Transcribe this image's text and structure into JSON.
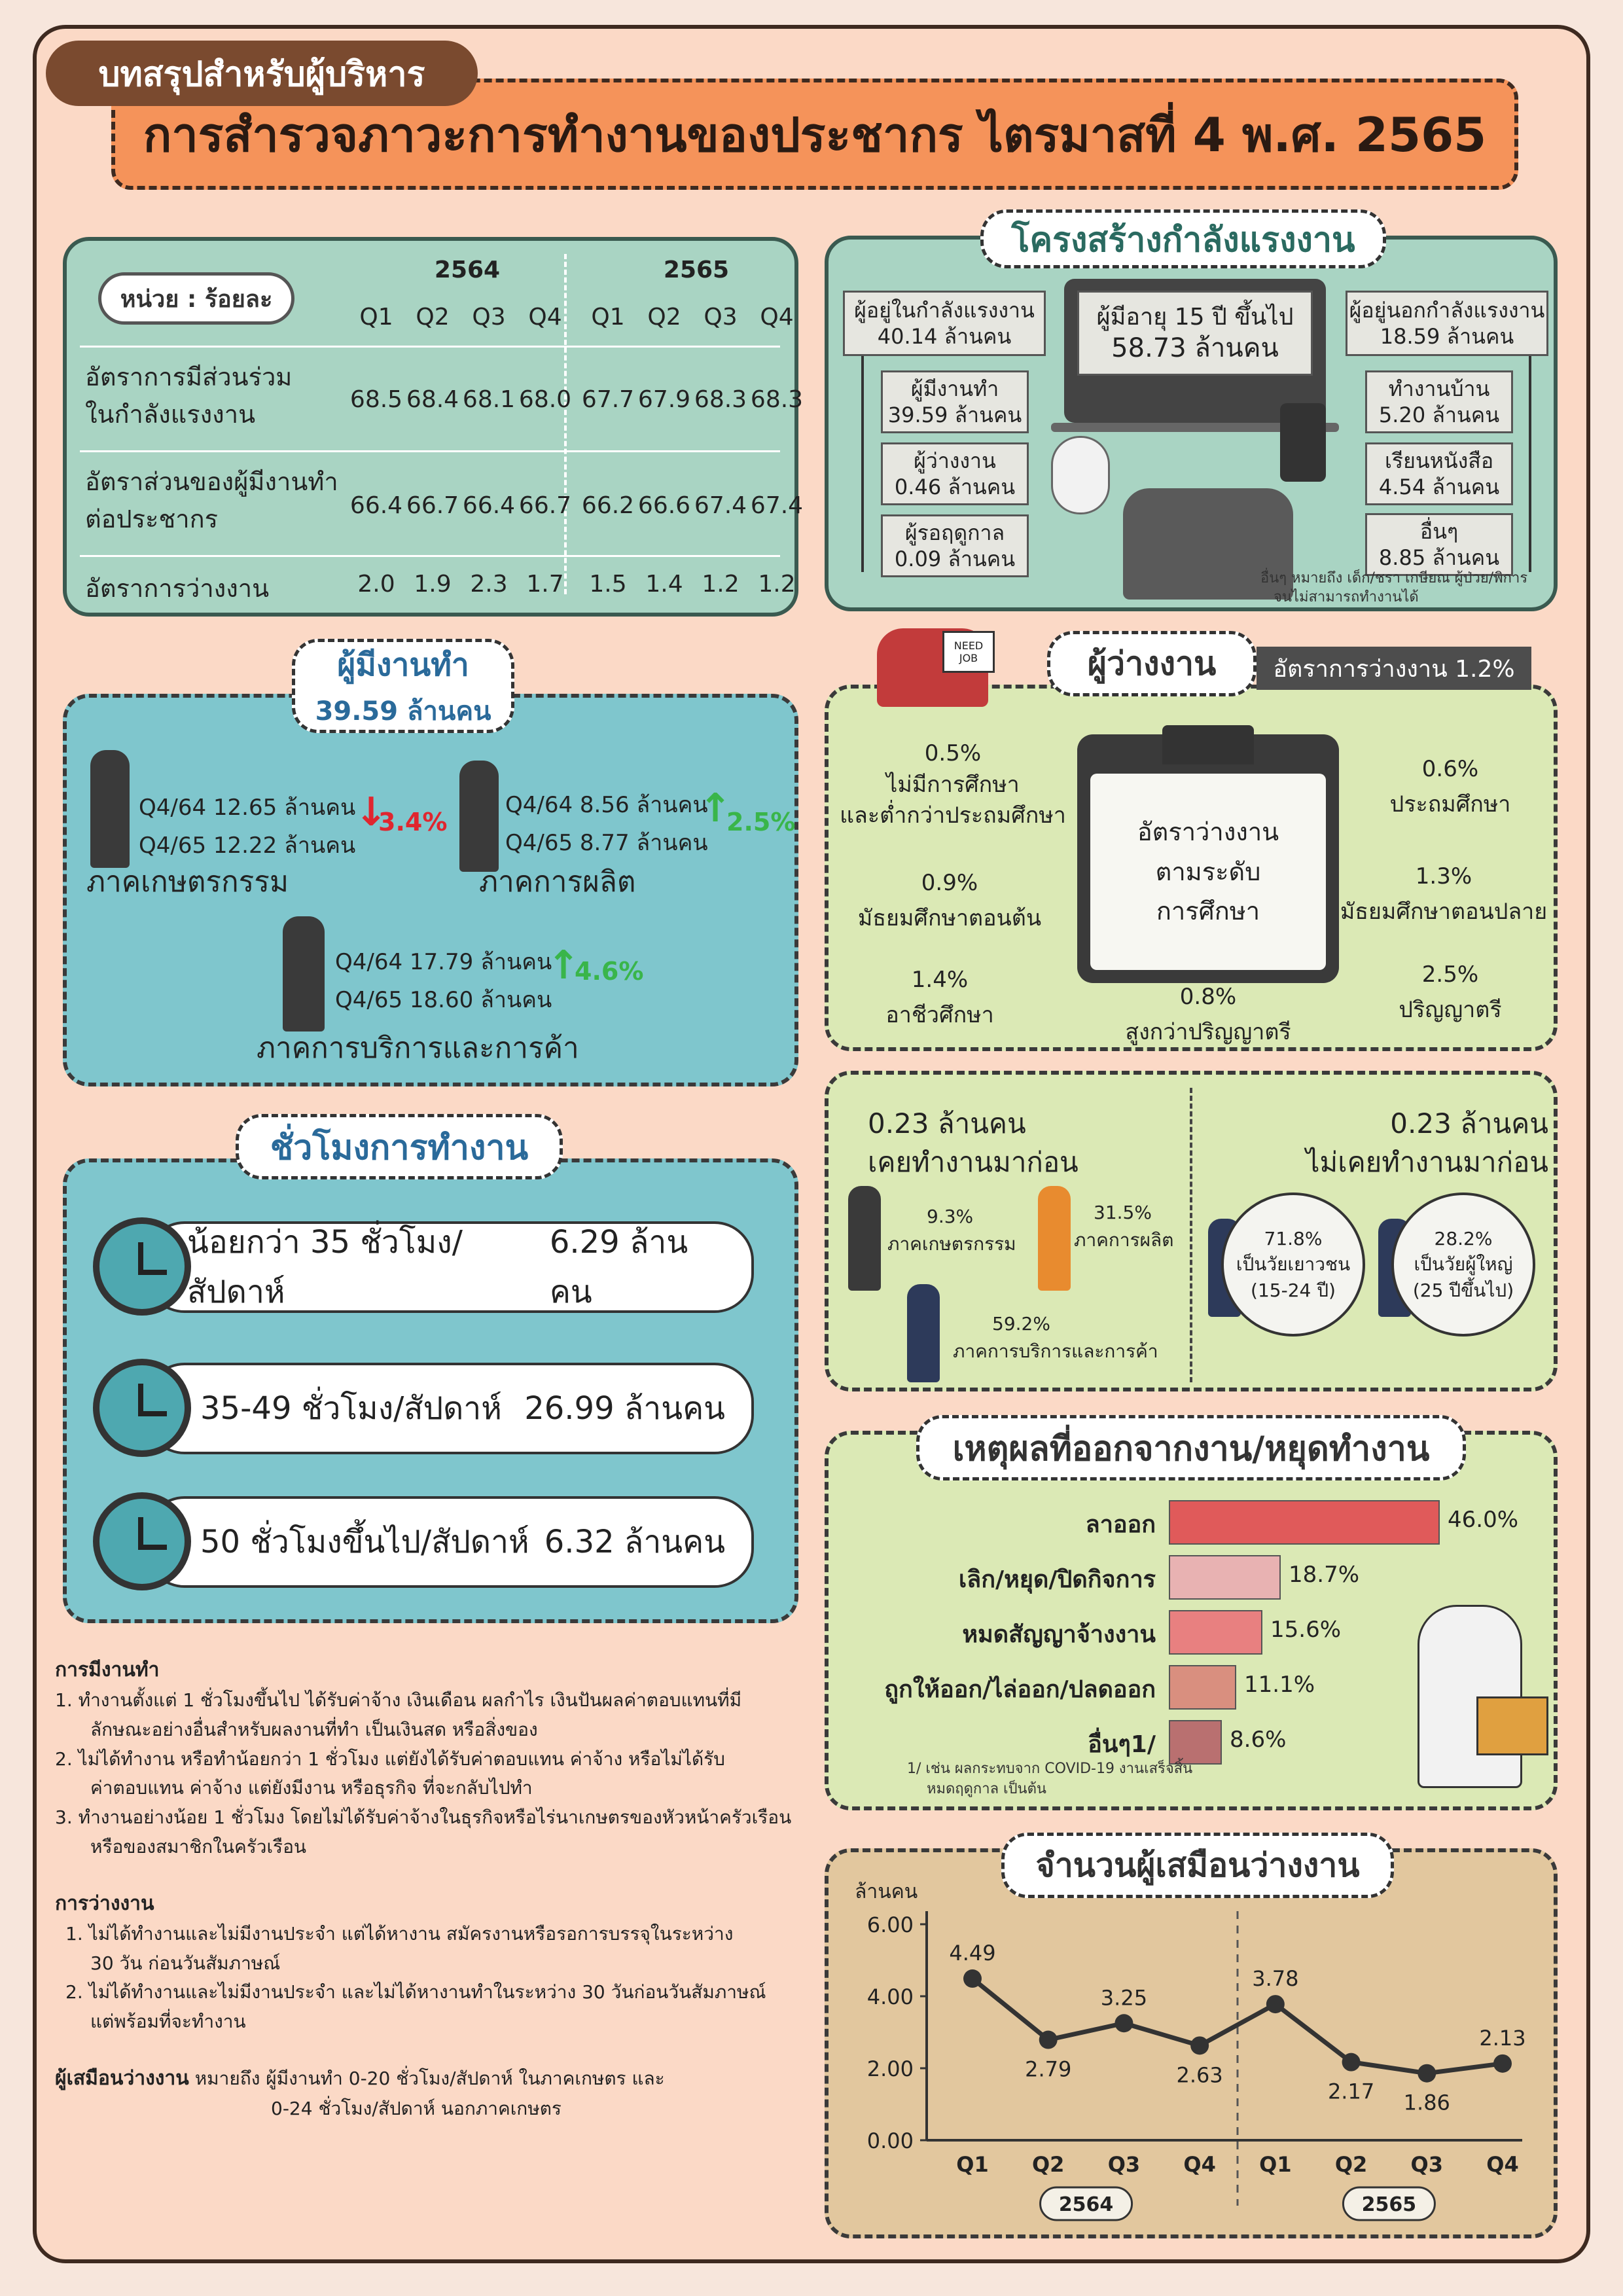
{
  "header": {
    "tag": "บทสรุปสำหรับผู้บริหาร",
    "title": "การสำรวจภาวะการทำงานของประชากร  ไตรมาสที่ 4 พ.ศ. 2565"
  },
  "rates_table": {
    "unit": "หน่วย : ร้อยละ",
    "year1": "2564",
    "year2": "2565",
    "quarters": [
      "Q1",
      "Q2",
      "Q3",
      "Q4",
      "Q1",
      "Q2",
      "Q3",
      "Q4"
    ],
    "rows": [
      {
        "label1": "อัตราการมีส่วนร่วม",
        "label2": "ในกำลังแรงงาน",
        "values": [
          "68.5",
          "68.4",
          "68.1",
          "68.0",
          "67.7",
          "67.9",
          "68.3",
          "68.3"
        ]
      },
      {
        "label1": "อัตราส่วนของผู้มีงานทำ",
        "label2": "ต่อประชากร",
        "values": [
          "66.4",
          "66.7",
          "66.4",
          "66.7",
          "66.2",
          "66.6",
          "67.4",
          "67.4"
        ]
      },
      {
        "label1": "อัตราการว่างงาน",
        "label2": "",
        "values": [
          "2.0",
          "1.9",
          "2.3",
          "1.7",
          "1.5",
          "1.4",
          "1.2",
          "1.2"
        ]
      }
    ]
  },
  "labor_structure": {
    "title": "โครงสร้างกำลังแรงงาน",
    "in_labor": "ผู้อยู่ในกำลังแรงงาน",
    "in_labor_value": "40.14 ล้านคน",
    "age15": "ผู้มีอายุ 15 ปี ขึ้นไป",
    "age15_value": "58.73 ล้านคน",
    "out_labor": "ผู้อยู่นอกกำลังแรงงาน",
    "out_labor_value": "18.59 ล้านคน",
    "employed": "ผู้มีงานทำ",
    "employed_value": "39.59 ล้านคน",
    "unemployed": "ผู้ว่างงาน",
    "unemployed_value": "0.46 ล้านคน",
    "seasonal": "ผู้รอฤดูกาล",
    "seasonal_value": "0.09 ล้านคน",
    "housework": "ทำงานบ้าน",
    "housework_value": "5.20 ล้านคน",
    "study": "เรียนหนังสือ",
    "study_value": "4.54 ล้านคน",
    "others": "อื่นๆ",
    "others_value": "8.85 ล้านคน",
    "note1": "อื่นๆ  หมายถึง  เด็ก/ชรา  เกษียณ  ผู้ป่วย/พิการ",
    "note2": "จนไม่สามารถทำงานได้"
  },
  "employed": {
    "title": "ผู้มีงานทำ",
    "total": "39.59 ล้านคน",
    "agri": {
      "name": "ภาคเกษตรกรรม",
      "q4_64": "Q4/64  12.65  ล้านคน",
      "q4_65": "Q4/65  12.22  ล้านคน",
      "change": "3.4%"
    },
    "manu": {
      "name": "ภาคการผลิต",
      "q4_64": "Q4/64  8.56  ล้านคน",
      "q4_65": "Q4/65  8.77  ล้านคน",
      "change": "2.5%"
    },
    "serv": {
      "name": "ภาคการบริการและการค้า",
      "q4_64": "Q4/64  17.79  ล้านคน",
      "q4_65": "Q4/65  18.60  ล้านคน",
      "change": "4.6%"
    },
    "colors": {
      "down": "#e0262f",
      "up": "#39b54a"
    }
  },
  "unemployed": {
    "title": "ผู้ว่างงาน",
    "rate": "อัตราการว่างงาน 1.2%",
    "need_job": "NEED JOB",
    "center1": "อัตราว่างงาน",
    "center2": "ตามระดับ",
    "center3": "การศึกษา",
    "levels": [
      {
        "pct": "0.5%",
        "l1": "ไม่มีการศึกษา",
        "l2": "และต่ำกว่าประถมศึกษา"
      },
      {
        "pct": "0.6%",
        "l1": "ประถมศึกษา",
        "l2": ""
      },
      {
        "pct": "0.9%",
        "l1": "มัธยมศึกษาตอนต้น",
        "l2": ""
      },
      {
        "pct": "1.3%",
        "l1": "มัธยมศึกษาตอนปลาย",
        "l2": ""
      },
      {
        "pct": "1.4%",
        "l1": "อาชีวศึกษา",
        "l2": ""
      },
      {
        "pct": "0.8%",
        "l1": "สูงกว่าปริญญาตรี",
        "l2": ""
      },
      {
        "pct": "2.5%",
        "l1": "ปริญญาตรี",
        "l2": ""
      }
    ]
  },
  "prior_work": {
    "worked_value": "0.23 ล้านคน",
    "worked_label": "เคยทำงานมาก่อน",
    "agri": "9.3%",
    "agri_label": "ภาคเกษตรกรรม",
    "manu": "31.5%",
    "manu_label": "ภาคการผลิต",
    "serv": "59.2%",
    "serv_label": "ภาคการบริการและการค้า",
    "never_value": "0.23 ล้านคน",
    "never_label": "ไม่เคยทำงานมาก่อน",
    "youth": "71.8%",
    "youth_l1": "เป็นวัยเยาวชน",
    "youth_l2": "(15-24 ปี)",
    "adult": "28.2%",
    "adult_l1": "เป็นวัยผู้ใหญ่",
    "adult_l2": "(25 ปีขึ้นไป)"
  },
  "hours": {
    "title": "ชั่วโมงการทำงาน",
    "rows": [
      {
        "label": "น้อยกว่า 35 ชั่วโมง/สัปดาห์",
        "value": "6.29  ล้านคน"
      },
      {
        "label": "35-49  ชั่วโมง/สัปดาห์",
        "value": "26.99  ล้านคน"
      },
      {
        "label": "50  ชั่วโมงขึ้นไป/สัปดาห์",
        "value": "6.32  ล้านคน"
      }
    ]
  },
  "reasons": {
    "title": "เหตุผลที่ออกจากงาน/หยุดทำงาน",
    "items": [
      {
        "label": "ลาออก",
        "pct": "46.0%",
        "value": 46.0,
        "color": "#e05a5a"
      },
      {
        "label": "เลิก/หยุด/ปิดกิจการ",
        "pct": "18.7%",
        "value": 18.7,
        "color": "#e8b2b2"
      },
      {
        "label": "หมดสัญญาจ้างงาน",
        "pct": "15.6%",
        "value": 15.6,
        "color": "#e88080"
      },
      {
        "label": "ถูกให้ออก/ไล่ออก/ปลดออก",
        "pct": "11.1%",
        "value": 11.1,
        "color": "#d98f7f"
      },
      {
        "label": "อื่นๆ1/",
        "pct": "8.6%",
        "value": 8.6,
        "color": "#b97070"
      }
    ],
    "note1": "1/  เช่น  ผลกระทบจาก  COVID-19  งานเสร็จสิ้น",
    "note2": "หมดฤดูกาล  เป็นต้น"
  },
  "notes": {
    "h1": "การมีงานทำ",
    "e1a": "1.  ทำงานตั้งแต่  1  ชั่วโมงขึ้นไป  ได้รับค่าจ้าง  เงินเดือน  ผลกำไร  เงินปันผลค่าตอบแทนที่มี",
    "e1b": "ลักษณะอย่างอื่นสำหรับผลงานที่ทำ  เป็นเงินสด  หรือสิ่งของ",
    "e2a": "2.  ไม่ได้ทำงาน  หรือทำน้อยกว่า  1  ชั่วโมง  แต่ยังได้รับค่าตอบแทน  ค่าจ้าง  หรือไม่ได้รับ",
    "e2b": "ค่าตอบแทน  ค่าจ้าง  แต่ยังมีงาน  หรือธุรกิจ  ที่จะกลับไปทำ",
    "e3a": "3.  ทำงานอย่างน้อย  1  ชั่วโมง  โดยไม่ได้รับค่าจ้างในธุรกิจหรือไร่นาเกษตรของหัวหน้าครัวเรือน",
    "e3b": "หรือของสมาชิกในครัวเรือน",
    "h2": "การว่างงาน",
    "u1a": "1.  ไม่ได้ทำงานและไม่มีงานประจำ  แต่ได้หางาน  สมัครงานหรือรอการบรรจุในระหว่าง",
    "u1b": "30  วัน  ก่อนวันสัมภาษณ์",
    "u2a": "2.  ไม่ได้ทำงานและไม่มีงานประจำ  และไม่ได้หางานทำในระหว่าง  30  วันก่อนวันสัมภาษณ์",
    "u2b": "แต่พร้อมที่จะทำงาน",
    "h3": "ผู้เสมือนว่างงาน",
    "s1": "หมายถึง  ผู้มีงานทำ  0-20  ชั่วโมง/สัปดาห์  ในภาคเกษตร  และ",
    "s2": "0-24  ชั่วโมง/สัปดาห์  นอกภาคเกษตร"
  },
  "chart_data": {
    "type": "line",
    "title": "จำนวนผู้เสมือนว่างงาน",
    "ylabel": "ล้านคน",
    "categories": [
      "Q1",
      "Q2",
      "Q3",
      "Q4",
      "Q1",
      "Q2",
      "Q3",
      "Q4"
    ],
    "values": [
      4.49,
      2.79,
      3.25,
      2.63,
      3.78,
      2.17,
      1.86,
      2.13
    ],
    "value_labels": [
      "4.49",
      "2.79",
      "3.25",
      "2.63",
      "3.78",
      "2.17",
      "1.86",
      "2.13"
    ],
    "yticks": [
      "0.00",
      "2.00",
      "4.00",
      "6.00"
    ],
    "ylim": [
      0,
      6
    ],
    "groups": [
      "2564",
      "2565"
    ]
  }
}
